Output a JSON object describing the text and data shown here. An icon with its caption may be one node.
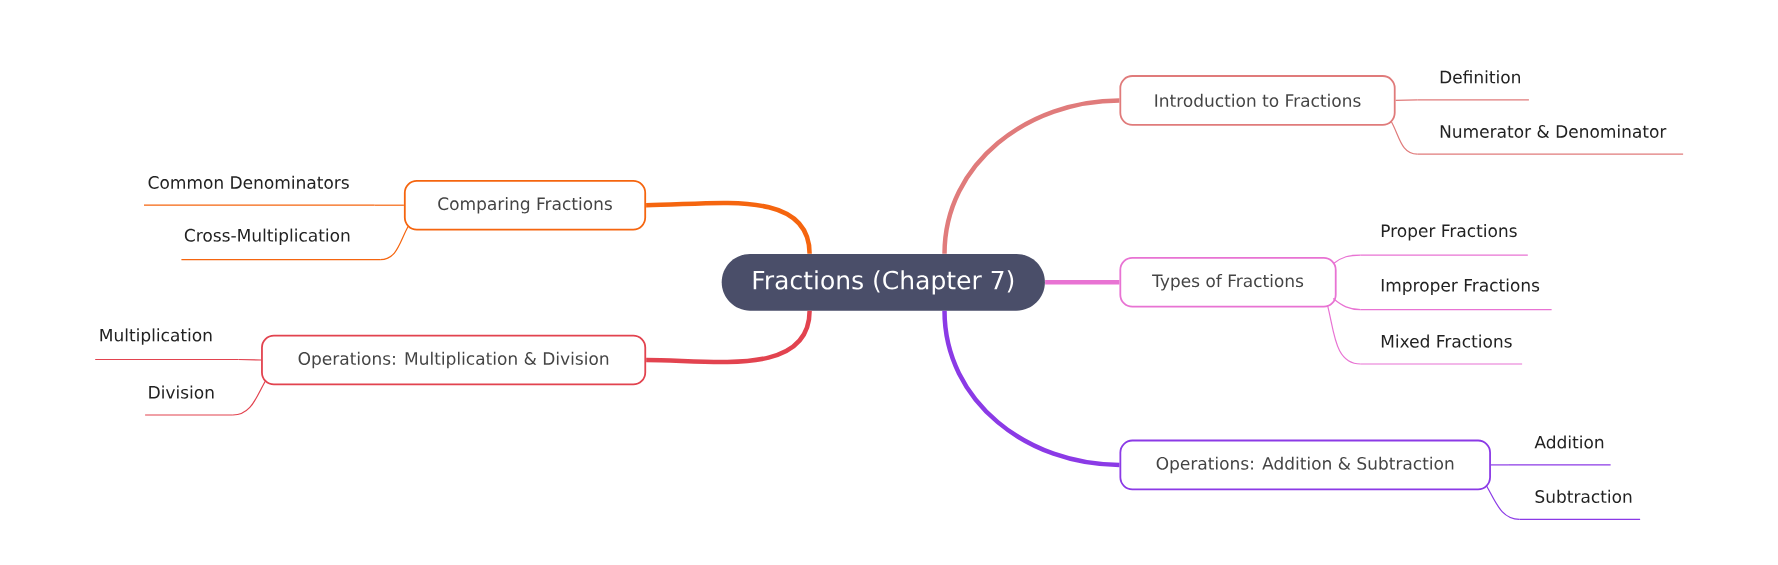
{
  "diagram": {
    "nodes": [
      {
        "text": [
          "Fractions (Chapter 7)"
        ]
      },
      {
        "text": [
          "Introduction to Fractions"
        ]
      },
      {
        "text": [
          "Definition"
        ]
      },
      {
        "text": [
          "Numerator & Denominator"
        ]
      },
      {
        "text": [
          "Types of Fractions"
        ]
      },
      {
        "text": [
          "Proper Fractions"
        ]
      },
      {
        "text": [
          "Improper Fractions"
        ]
      },
      {
        "text": [
          "Mixed Fractions"
        ]
      },
      {
        "text": [
          "Operations: Addition & Subtraction"
        ]
      },
      {
        "text": [
          "Addition"
        ]
      },
      {
        "text": [
          "Subtraction"
        ]
      },
      {
        "text": [
          "Comparing Fractions"
        ]
      },
      {
        "text": [
          "Common Denominators"
        ]
      },
      {
        "text": [
          "Cross-Multiplication"
        ]
      },
      {
        "text": [
          "Operations: Multiplication & Division"
        ]
      },
      {
        "text": [
          "Multiplication"
        ]
      },
      {
        "text": [
          "Division"
        ]
      }
    ],
    "edges": [
      {
        "from": 0,
        "to": 1,
        "arrow": "none",
        "style": "thick",
        "color": "#e07b7b"
      },
      {
        "from": 1,
        "to": 2,
        "arrow": "none",
        "color": "#e07b7b"
      },
      {
        "from": 1,
        "to": 3,
        "arrow": "none",
        "color": "#e07b7b"
      },
      {
        "from": 0,
        "to": 4,
        "arrow": "none",
        "style": "thick",
        "color": "#e873d3"
      },
      {
        "from": 4,
        "to": 5,
        "arrow": "none",
        "color": "#e873d3"
      },
      {
        "from": 4,
        "to": 6,
        "arrow": "none",
        "color": "#e873d3"
      },
      {
        "from": 4,
        "to": 7,
        "arrow": "none",
        "color": "#e873d3"
      },
      {
        "from": 0,
        "to": 8,
        "arrow": "none",
        "style": "thick",
        "color": "#8b3ae6"
      },
      {
        "from": 8,
        "to": 9,
        "arrow": "none",
        "color": "#8b3ae6"
      },
      {
        "from": 8,
        "to": 10,
        "arrow": "none",
        "color": "#8b3ae6"
      },
      {
        "from": 0,
        "to": 11,
        "arrow": "none",
        "style": "thick",
        "color": "#f5650f"
      },
      {
        "from": 11,
        "to": 12,
        "arrow": "none",
        "color": "#f5650f"
      },
      {
        "from": 11,
        "to": 13,
        "arrow": "none",
        "color": "#f5650f"
      },
      {
        "from": 0,
        "to": 14,
        "arrow": "none",
        "style": "thick",
        "color": "#e2434f"
      },
      {
        "from": 14,
        "to": 15,
        "arrow": "none",
        "color": "#e2434f"
      },
      {
        "from": 14,
        "to": 16,
        "arrow": "none",
        "color": "#e2434f"
      }
    ]
  }
}
